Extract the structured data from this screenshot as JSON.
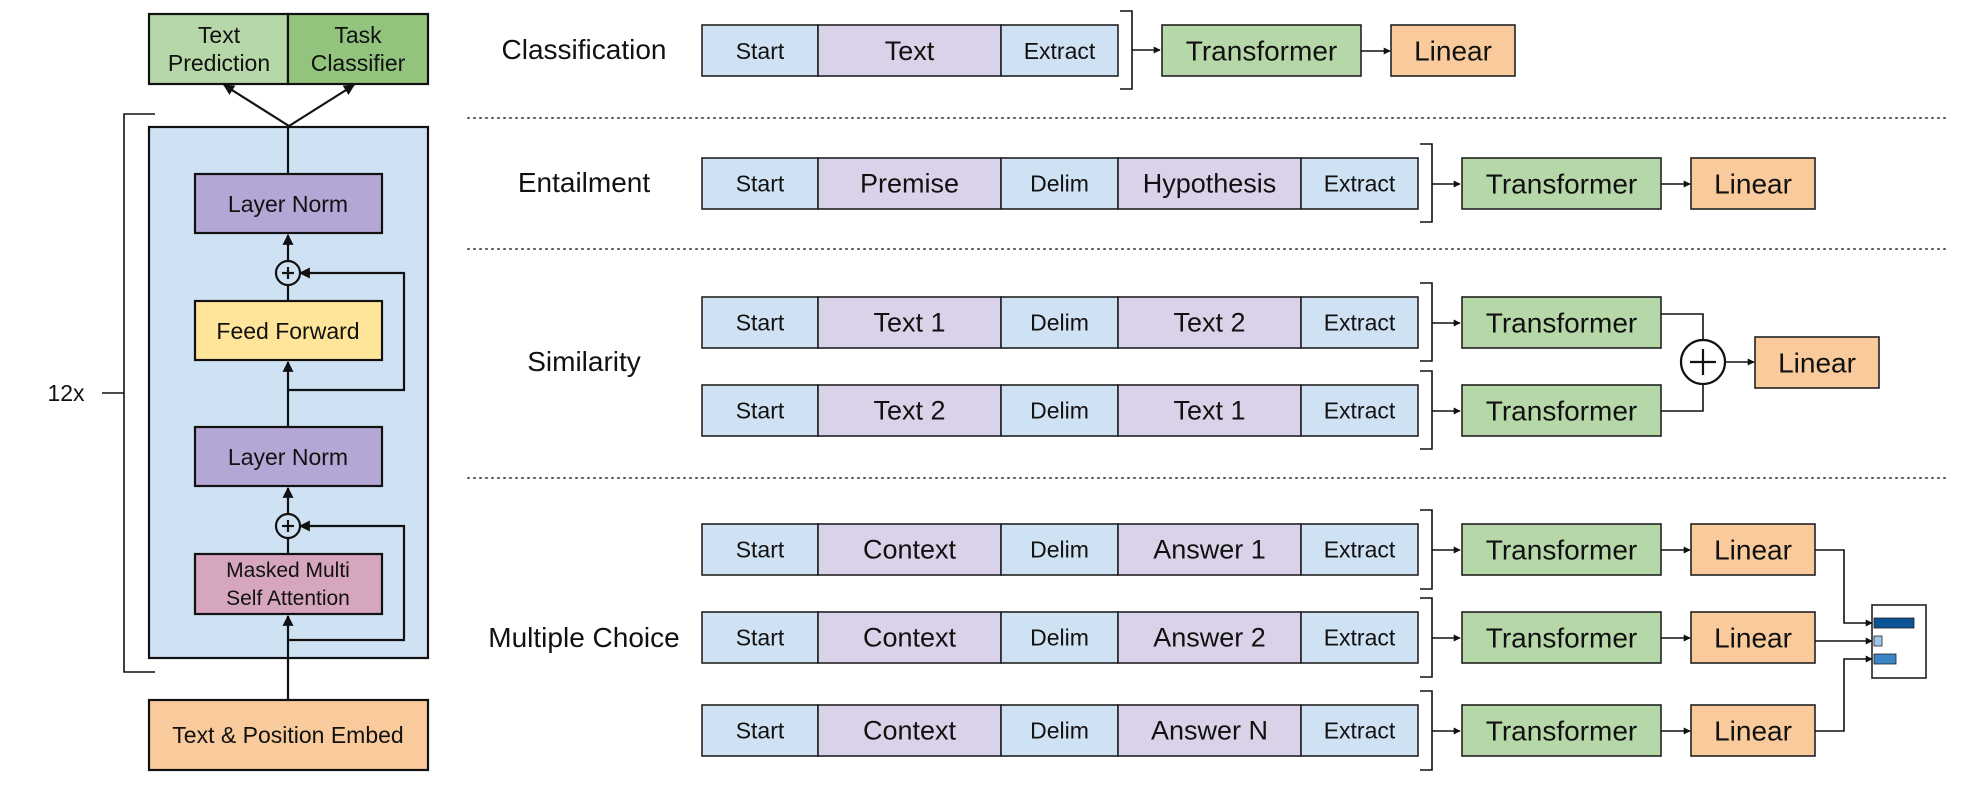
{
  "colors": {
    "blue": "#cfe2f3",
    "purple_light": "#d9d2e9",
    "green": "#b6d7a8",
    "green_dark": "#93c47d",
    "orange": "#f9cb9c",
    "purple_mid": "#b4a7d6",
    "yellow": "#ffe599",
    "pink": "#d5a6bd",
    "bar_dark": "#0b5394",
    "bar_mid": "#3d85c6",
    "bar_light": "#9fc5e8"
  },
  "left": {
    "output_left": [
      "Text",
      "Prediction"
    ],
    "output_right": [
      "Task",
      "Classifier"
    ],
    "repeat_label": "12x",
    "layer_norm_top": "Layer Norm",
    "feed_forward": "Feed Forward",
    "layer_norm_bottom": "Layer Norm",
    "attention": [
      "Masked Multi",
      "Self Attention"
    ],
    "embed": "Text & Position Embed"
  },
  "tasks": {
    "classification": {
      "label": "Classification",
      "tokens": [
        "Start",
        "Text",
        "Extract"
      ],
      "transformer": "Transformer",
      "linear": "Linear"
    },
    "entailment": {
      "label": "Entailment",
      "tokens": [
        "Start",
        "Premise",
        "Delim",
        "Hypothesis",
        "Extract"
      ],
      "transformer": "Transformer",
      "linear": "Linear"
    },
    "similarity": {
      "label": "Similarity",
      "row1": [
        "Start",
        "Text 1",
        "Delim",
        "Text 2",
        "Extract"
      ],
      "row2": [
        "Start",
        "Text 2",
        "Delim",
        "Text 1",
        "Extract"
      ],
      "transformer": "Transformer",
      "linear": "Linear"
    },
    "multiple_choice": {
      "label": "Multiple Choice",
      "rows": [
        [
          "Start",
          "Context",
          "Delim",
          "Answer 1",
          "Extract"
        ],
        [
          "Start",
          "Context",
          "Delim",
          "Answer 2",
          "Extract"
        ],
        [
          "Start",
          "Context",
          "Delim",
          "Answer N",
          "Extract"
        ]
      ],
      "transformer": "Transformer",
      "linear": "Linear"
    }
  }
}
